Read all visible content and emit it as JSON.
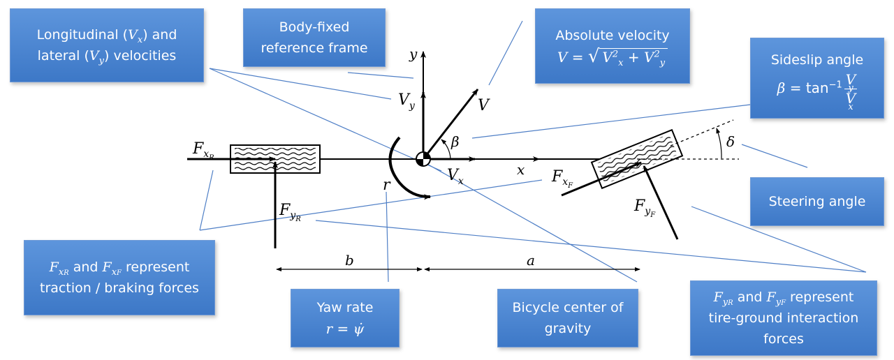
{
  "callouts": {
    "longitudinal_lateral": {
      "text_1": "Longitudinal (",
      "var_1": "V",
      "var_1_sub": "x",
      "text_2": ") and",
      "text_3": "lateral (",
      "var_2": "V",
      "var_2_sub": "y",
      "text_4": ") velocities"
    },
    "body_fixed": {
      "line1": "Body-fixed",
      "line2": "reference frame"
    },
    "absolute_velocity": {
      "title": "Absolute velocity",
      "lhs": "V",
      "eq": " = ",
      "vx": "V",
      "vx_sub": "x",
      "vx_sup": "2",
      "plus": " + ",
      "vy": "V",
      "vy_sub": "y",
      "vy_sup": "2"
    },
    "sideslip": {
      "title": "Sideslip angle",
      "lhs": "β",
      "eq": " = tan",
      "sup": "−1",
      "num": "V",
      "num_sub": "y",
      "den": "V",
      "den_sub": "x"
    },
    "steering": {
      "text": "Steering angle"
    },
    "traction": {
      "f1": "F",
      "f1_sub": "x",
      "f1_subsub": "R",
      "mid": " and ",
      "f2": "F",
      "f2_sub": "x",
      "f2_subsub": "F",
      "text_1": " represent",
      "text_2": "traction / braking forces"
    },
    "yaw": {
      "title": "Yaw rate",
      "lhs": "r",
      "eq": " = ",
      "rhs": "ψ̇"
    },
    "cog": {
      "line1": "Bicycle center of",
      "line2": "gravity"
    },
    "tire": {
      "f1": "F",
      "f1_sub": "y",
      "f1_subsub": "R",
      "mid": " and ",
      "f2": "F",
      "f2_sub": "y",
      "f2_subsub": "F",
      "text_1": " represent",
      "text_2": "tire-ground interaction",
      "text_3": "forces"
    }
  },
  "diagram_labels": {
    "y": "y",
    "x": "x",
    "Vy": "V",
    "Vy_sub": "y",
    "Vx": "V",
    "Vx_sub": "x",
    "V": "V",
    "beta": "β",
    "delta": "δ",
    "r": "r",
    "FxR": "F",
    "FxR_sub": "x",
    "FxR_subsub": "R",
    "FyR": "F",
    "FyR_sub": "y",
    "FyR_subsub": "R",
    "FxF": "F",
    "FxF_sub": "x",
    "FxF_subsub": "F",
    "FyF": "F",
    "FyF_sub": "y",
    "FyF_subsub": "F",
    "a": "a",
    "b": "b"
  },
  "colors": {
    "callout_fill_top": "#5d95dc",
    "callout_fill_bottom": "#3d78c7",
    "leader_line": "#4f7fc6",
    "ink": "#000000"
  }
}
